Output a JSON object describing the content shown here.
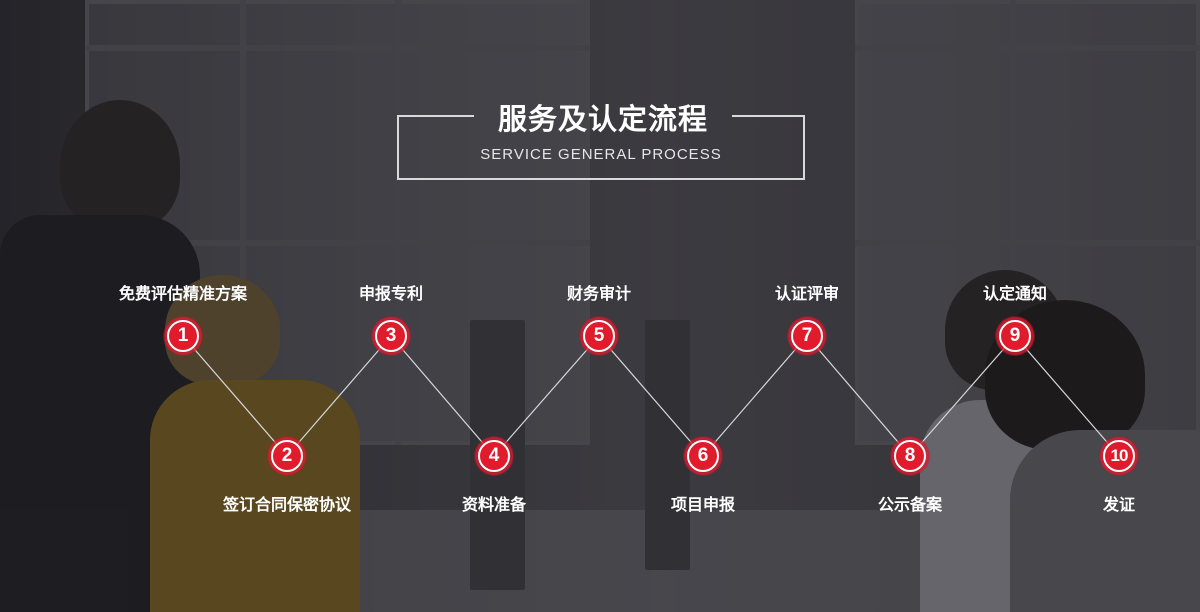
{
  "header": {
    "title": "服务及认定流程",
    "subtitle": "SERVICE GENERAL PROCESS"
  },
  "process": {
    "accent_color": "#e01b2c",
    "steps": [
      {
        "number": "1",
        "label": "免费评估精准方案"
      },
      {
        "number": "2",
        "label": "签订合同保密协议"
      },
      {
        "number": "3",
        "label": "申报专利"
      },
      {
        "number": "4",
        "label": "资料准备"
      },
      {
        "number": "5",
        "label": "财务审计"
      },
      {
        "number": "6",
        "label": "项目申报"
      },
      {
        "number": "7",
        "label": "认证评审"
      },
      {
        "number": "8",
        "label": "公示备案"
      },
      {
        "number": "9",
        "label": "认定通知"
      },
      {
        "number": "10",
        "label": "发证"
      }
    ]
  }
}
